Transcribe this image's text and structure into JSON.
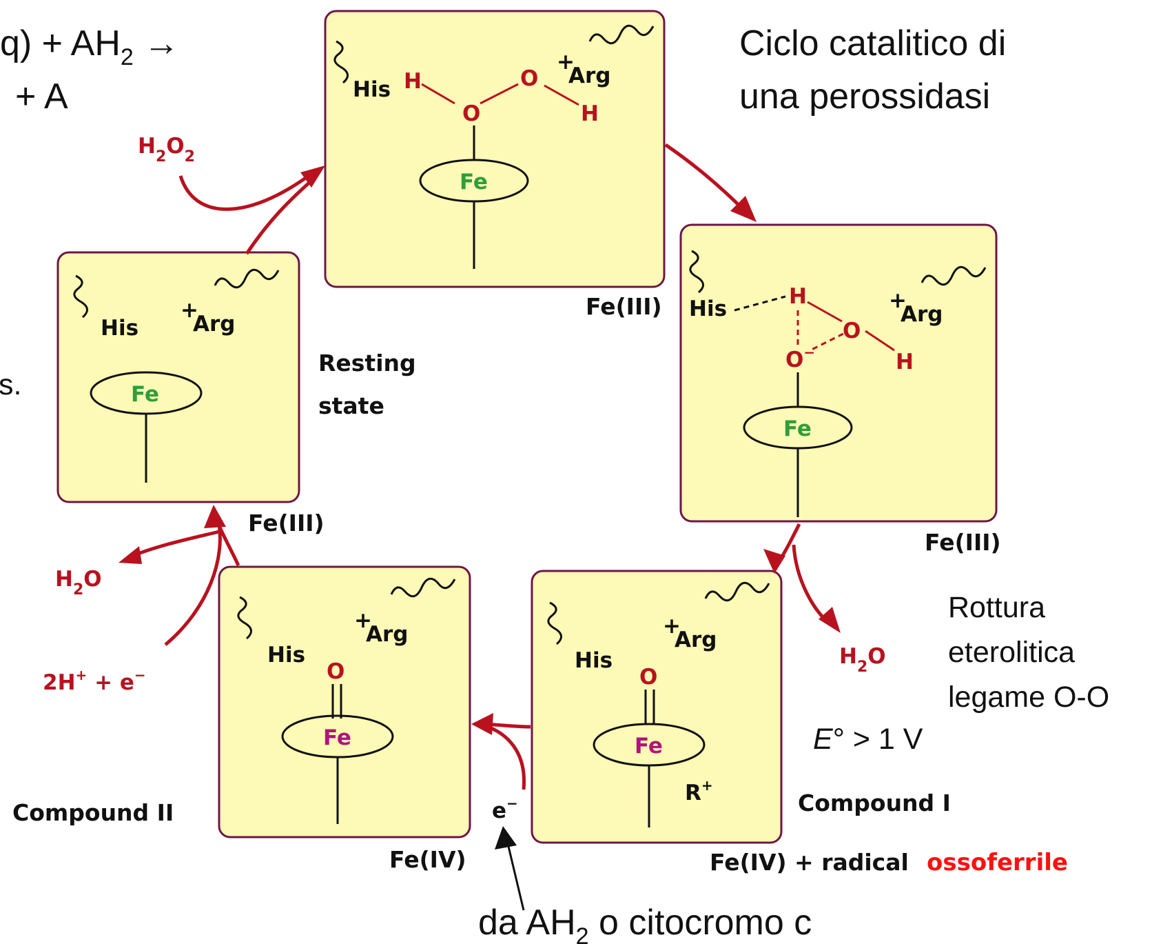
{
  "equation": {
    "line1_prefix": "q) + AH",
    "line1_sub": "2",
    "line1_arrow": " →",
    "line2": "+ A"
  },
  "side_fragment": "s.",
  "title": {
    "line1": "Ciclo catalitico di",
    "line2": "una perossidasi"
  },
  "residues": {
    "his": "His",
    "arg": "Arg",
    "plus": "+"
  },
  "atoms": {
    "H": "H",
    "O": "O",
    "O_minus": "O",
    "minus": "−",
    "Fe": "Fe"
  },
  "states": {
    "top": {
      "oxidation": "Fe(III)"
    },
    "right": {
      "oxidation": "Fe(III)"
    },
    "resting": {
      "name_line1": "Resting",
      "name_line2": "state",
      "oxidation": "Fe(III)"
    },
    "compound1": {
      "name": "Compound I",
      "oxidation": "Fe(IV) + radical",
      "radical": "R",
      "radical_charge": "+"
    },
    "compound2": {
      "name": "Compound II",
      "oxidation": "Fe(IV)"
    }
  },
  "reagents": {
    "h2o2": {
      "a": "H",
      "sub1": "2",
      "b": "O",
      "sub2": "2"
    },
    "h2o_right": {
      "a": "H",
      "sub": "2",
      "b": "O"
    },
    "h2o_left": {
      "a": "H",
      "sub": "2",
      "b": "O"
    },
    "protons": {
      "text": "2H",
      "sup1": "+",
      "mid": " + e",
      "sup2": "−"
    },
    "electron": {
      "e": "e",
      "sup": "−"
    }
  },
  "annotations": {
    "rottura": [
      "Rottura",
      "eterolitica",
      "legame O-O"
    ],
    "potential": {
      "e": "E",
      "deg": "°",
      "rest": " > 1 V"
    },
    "ossoferrile": "ossoferrile",
    "source": {
      "a": "da AH",
      "sub": "2",
      "b": " o citocromo c"
    }
  }
}
